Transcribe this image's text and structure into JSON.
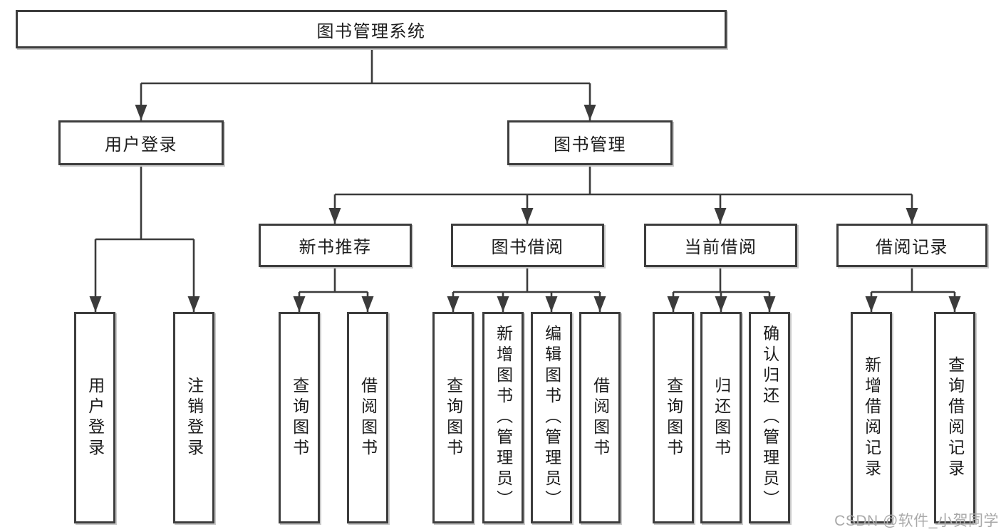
{
  "diagram": {
    "root": {
      "label": "图书管理系统"
    },
    "branches": [
      {
        "label": "用户登录",
        "children": [
          {
            "label": "用户登录"
          },
          {
            "label": "注销登录"
          }
        ]
      },
      {
        "label": "图书管理",
        "children": [
          {
            "label": "新书推荐",
            "children": [
              {
                "label": "查询图书"
              },
              {
                "label": "借阅图书"
              }
            ]
          },
          {
            "label": "图书借阅",
            "children": [
              {
                "label": "查询图书"
              },
              {
                "label": "新增图书（管理员）"
              },
              {
                "label": "编辑图书（管理员）"
              },
              {
                "label": "借阅图书"
              }
            ]
          },
          {
            "label": "当前借阅",
            "children": [
              {
                "label": "查询图书"
              },
              {
                "label": "归还图书"
              },
              {
                "label": "确认归还（管理员）"
              }
            ]
          },
          {
            "label": "借阅记录",
            "children": [
              {
                "label": "新增借阅记录"
              },
              {
                "label": "查询借阅记录"
              }
            ]
          }
        ]
      }
    ]
  },
  "watermark": {
    "text": "CSDN @软件_小贺同学"
  },
  "colors": {
    "line": "#3b3b3b",
    "border": "#3d3d3d",
    "text": "#1c1c1c",
    "watermark": "#a9a9a9"
  }
}
